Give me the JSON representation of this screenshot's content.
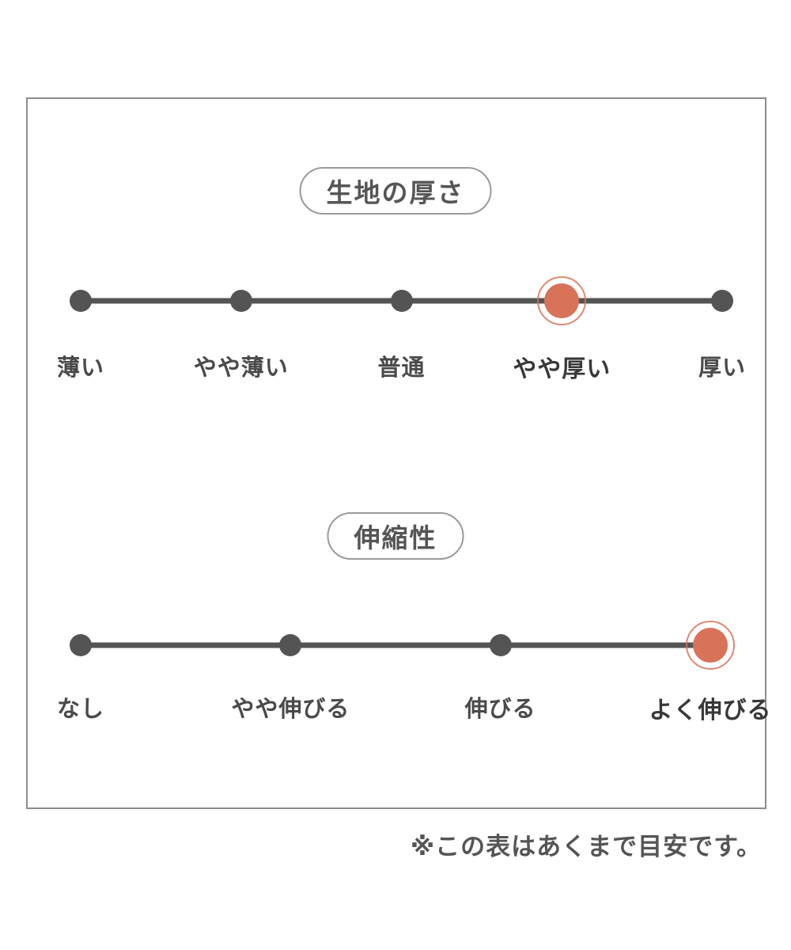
{
  "chart_data": [
    {
      "type": "scale",
      "title": "生地の厚さ",
      "categories": [
        "薄い",
        "やや薄い",
        "普通",
        "やや厚い",
        "厚い"
      ],
      "selected_index": 3,
      "selected": "やや厚い"
    },
    {
      "type": "scale",
      "title": "伸縮性",
      "categories": [
        "なし",
        "やや伸びる",
        "伸びる",
        "よく伸びる"
      ],
      "selected_index": 3,
      "selected": "よく伸びる"
    }
  ],
  "footnote": "※この表はあくまで目安です。",
  "colors": {
    "accent": "#d8735a",
    "track": "#545454",
    "label": "#4a4a4a",
    "label_active": "#383838",
    "pill_border": "#9a9a9a",
    "pill_text": "#555555",
    "frame_border": "#8c8c8c",
    "footnote": "#555555"
  }
}
